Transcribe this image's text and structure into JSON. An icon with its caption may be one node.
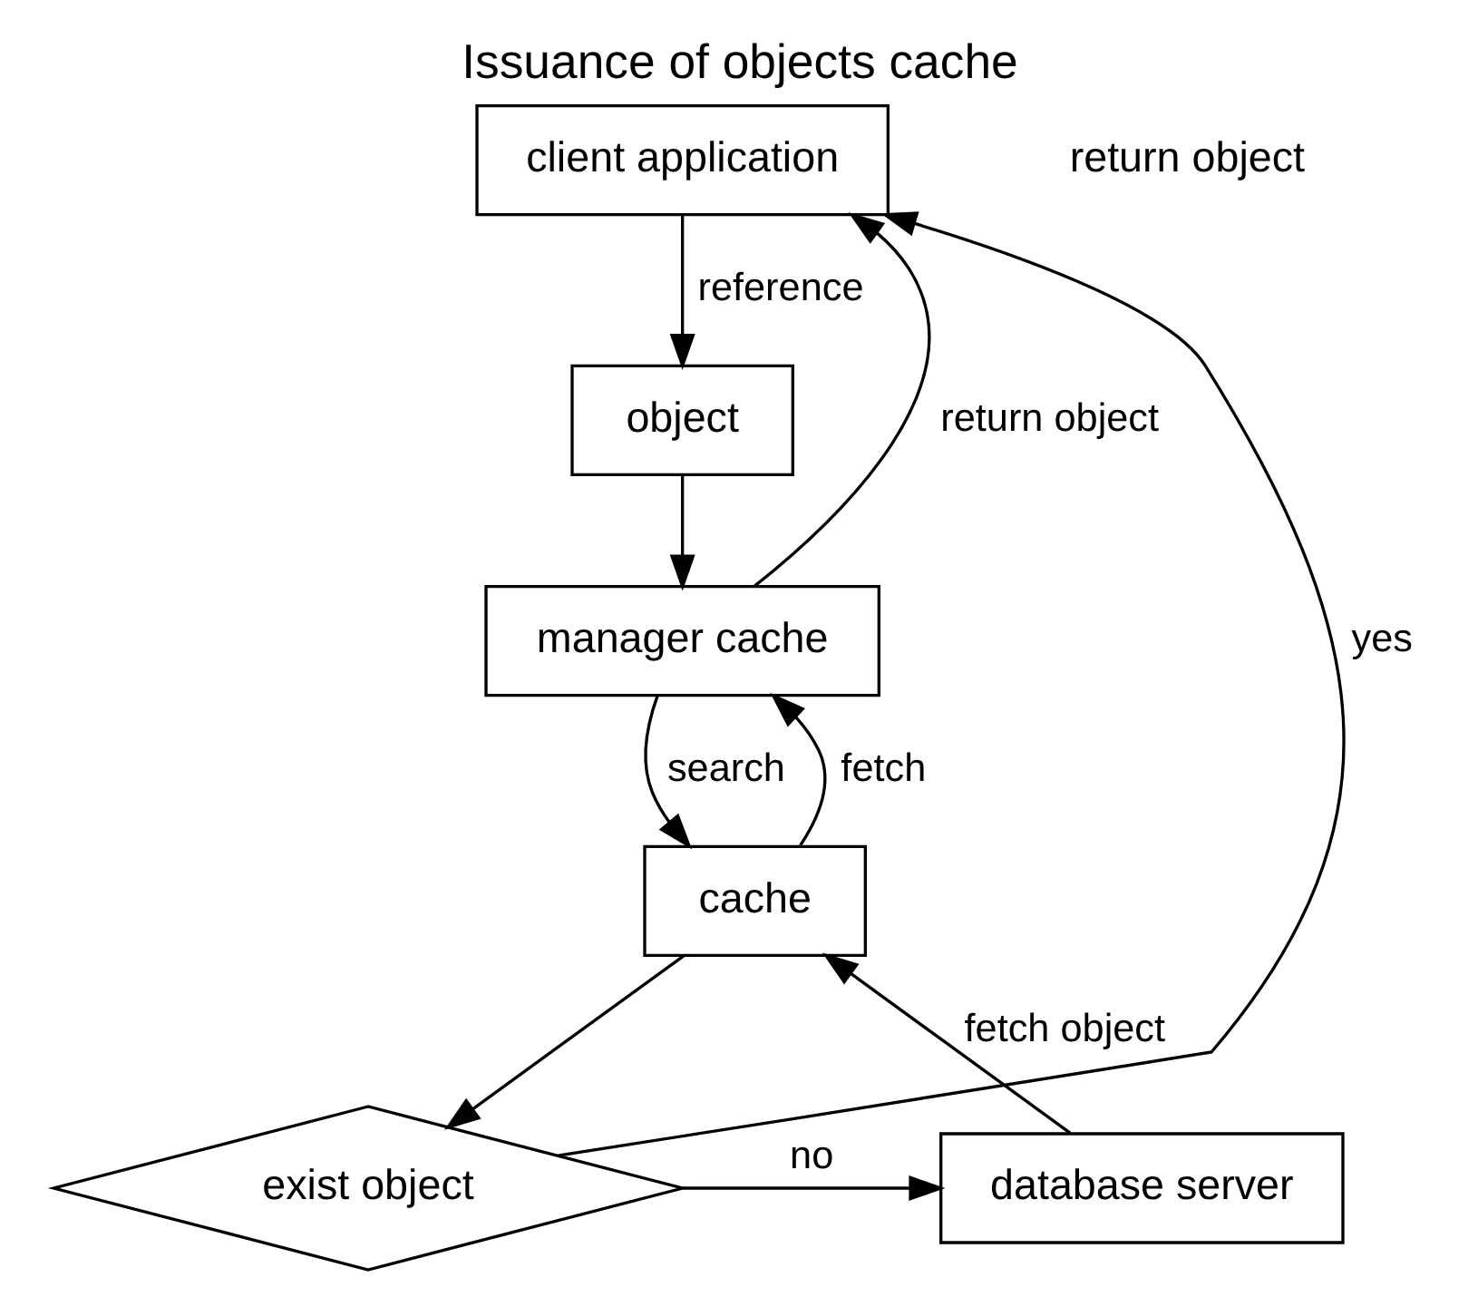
{
  "diagram": {
    "title": "Issuance of objects cache",
    "nodes": [
      {
        "text": [
          "client application"
        ]
      },
      {
        "text": [
          "object"
        ]
      },
      {
        "text": [
          "manager cache"
        ]
      },
      {
        "text": [
          "cache"
        ]
      },
      {
        "text": [
          "exist object"
        ]
      },
      {
        "text": [
          "database server"
        ]
      }
    ],
    "edges": [
      {
        "from": 0,
        "to": 1,
        "arrow": "to",
        "label": "reference"
      },
      {
        "from": 1,
        "to": 2,
        "arrow": "to"
      },
      {
        "from": 2,
        "to": 0,
        "arrow": "to",
        "label": "return object"
      },
      {
        "from": 2,
        "to": 3,
        "arrow": "to",
        "label": "search"
      },
      {
        "from": 3,
        "to": 2,
        "arrow": "to",
        "label": "fetch"
      },
      {
        "from": 3,
        "to": 4,
        "arrow": "to"
      },
      {
        "from": 4,
        "to": 5,
        "arrow": "to",
        "label": "no"
      },
      {
        "from": 4,
        "to": 0,
        "arrow": "to",
        "label": "yes"
      },
      {
        "from": 5,
        "to": 3,
        "arrow": "to",
        "label": "fetch object"
      }
    ],
    "labels": [
      "return object"
    ]
  }
}
